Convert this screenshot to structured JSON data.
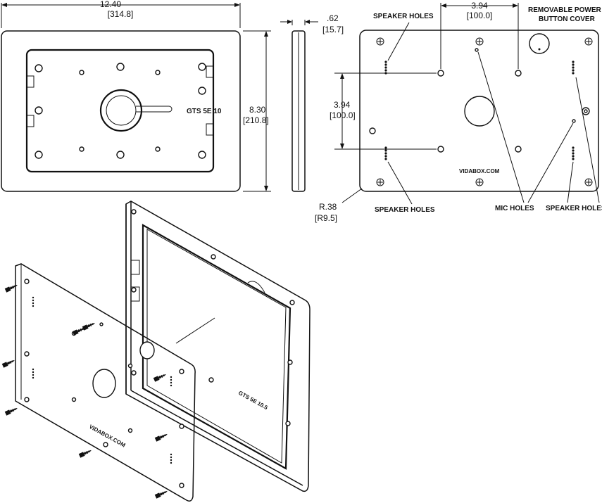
{
  "dimensions": {
    "width_in": "12.40",
    "width_mm": "[314.8]",
    "height_in": "8.30",
    "height_mm": "[210.8]",
    "depth_in": ".62",
    "depth_mm": "[15.7]",
    "hole_spacing_h_in": "3.94",
    "hole_spacing_h_mm": "[100.0]",
    "hole_spacing_v_in": "3.94",
    "hole_spacing_v_mm": "[100.0]",
    "radius_in": "R.38",
    "radius_mm": "[R9.5]"
  },
  "labels": {
    "speaker_holes_top": "SPEAKER HOLES",
    "speaker_holes_bottom_left": "SPEAKER HOLES",
    "speaker_holes_bottom_right": "SPEAKER HOLES",
    "mic_holes": "MIC HOLES",
    "power_cover_line1": "REMOVABLE POWER",
    "power_cover_line2": "BUTTON COVER",
    "brand": "VIDABOX.COM",
    "model_front": "GTS 5E 10",
    "model_iso": "GTS 5E 10.5",
    "brand_iso": "VIDABOX.COM"
  }
}
